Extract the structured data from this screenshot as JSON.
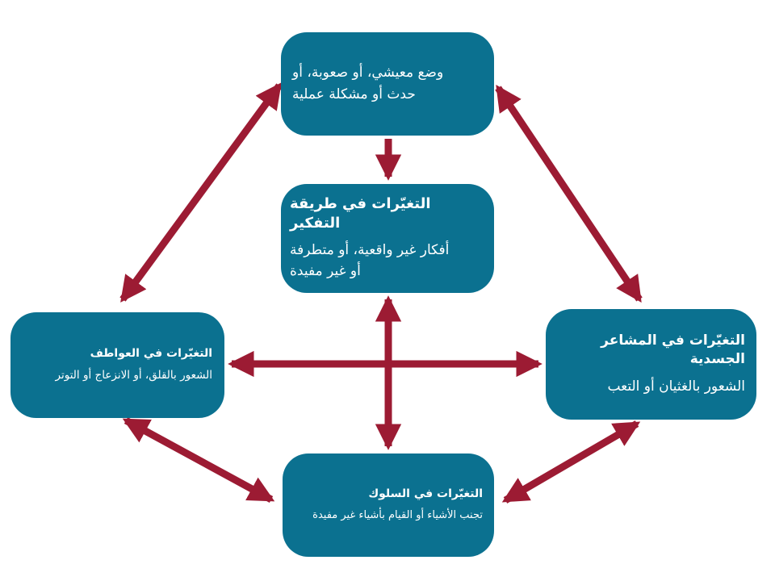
{
  "diagram": {
    "type": "cognitive-behavioural-model",
    "language": "ar",
    "direction": "rtl",
    "colors": {
      "box": "#0b7190",
      "arrow": "#9c1b33",
      "text": "#ffffff",
      "background": "#ffffff"
    },
    "boxes": [
      {
        "id": "situation",
        "title": "",
        "body": "وضع معيشي، أو صعوبة، أو\nحدث أو مشكلة عملية"
      },
      {
        "id": "thoughts",
        "title": "التغيّرات في طريقة التفكير",
        "body": "أفكار غير واقعية، أو متطرفة\nأو غير مفيدة"
      },
      {
        "id": "emotions",
        "title": "التغيّرات في العواطف",
        "body": "الشعور بالقلق، أو الانزعاج أو التوتر"
      },
      {
        "id": "physical",
        "title": "التغيّرات في المشاعر الجسدية",
        "body": "الشعور بالغثيان أو التعب"
      },
      {
        "id": "behavior",
        "title": "التغيّرات في السلوك",
        "body": "تجنب الأشياء أو القيام بأشياء غير مفيدة"
      }
    ],
    "connections": [
      {
        "from": "situation",
        "to": "thoughts",
        "type": "one-way"
      },
      {
        "from": "situation",
        "to": "emotions",
        "type": "two-way"
      },
      {
        "from": "situation",
        "to": "physical",
        "type": "two-way"
      },
      {
        "from": "thoughts",
        "to": "behavior",
        "type": "two-way"
      },
      {
        "from": "emotions",
        "to": "physical",
        "type": "two-way"
      },
      {
        "from": "emotions",
        "to": "behavior",
        "type": "two-way"
      },
      {
        "from": "physical",
        "to": "behavior",
        "type": "two-way"
      }
    ]
  }
}
